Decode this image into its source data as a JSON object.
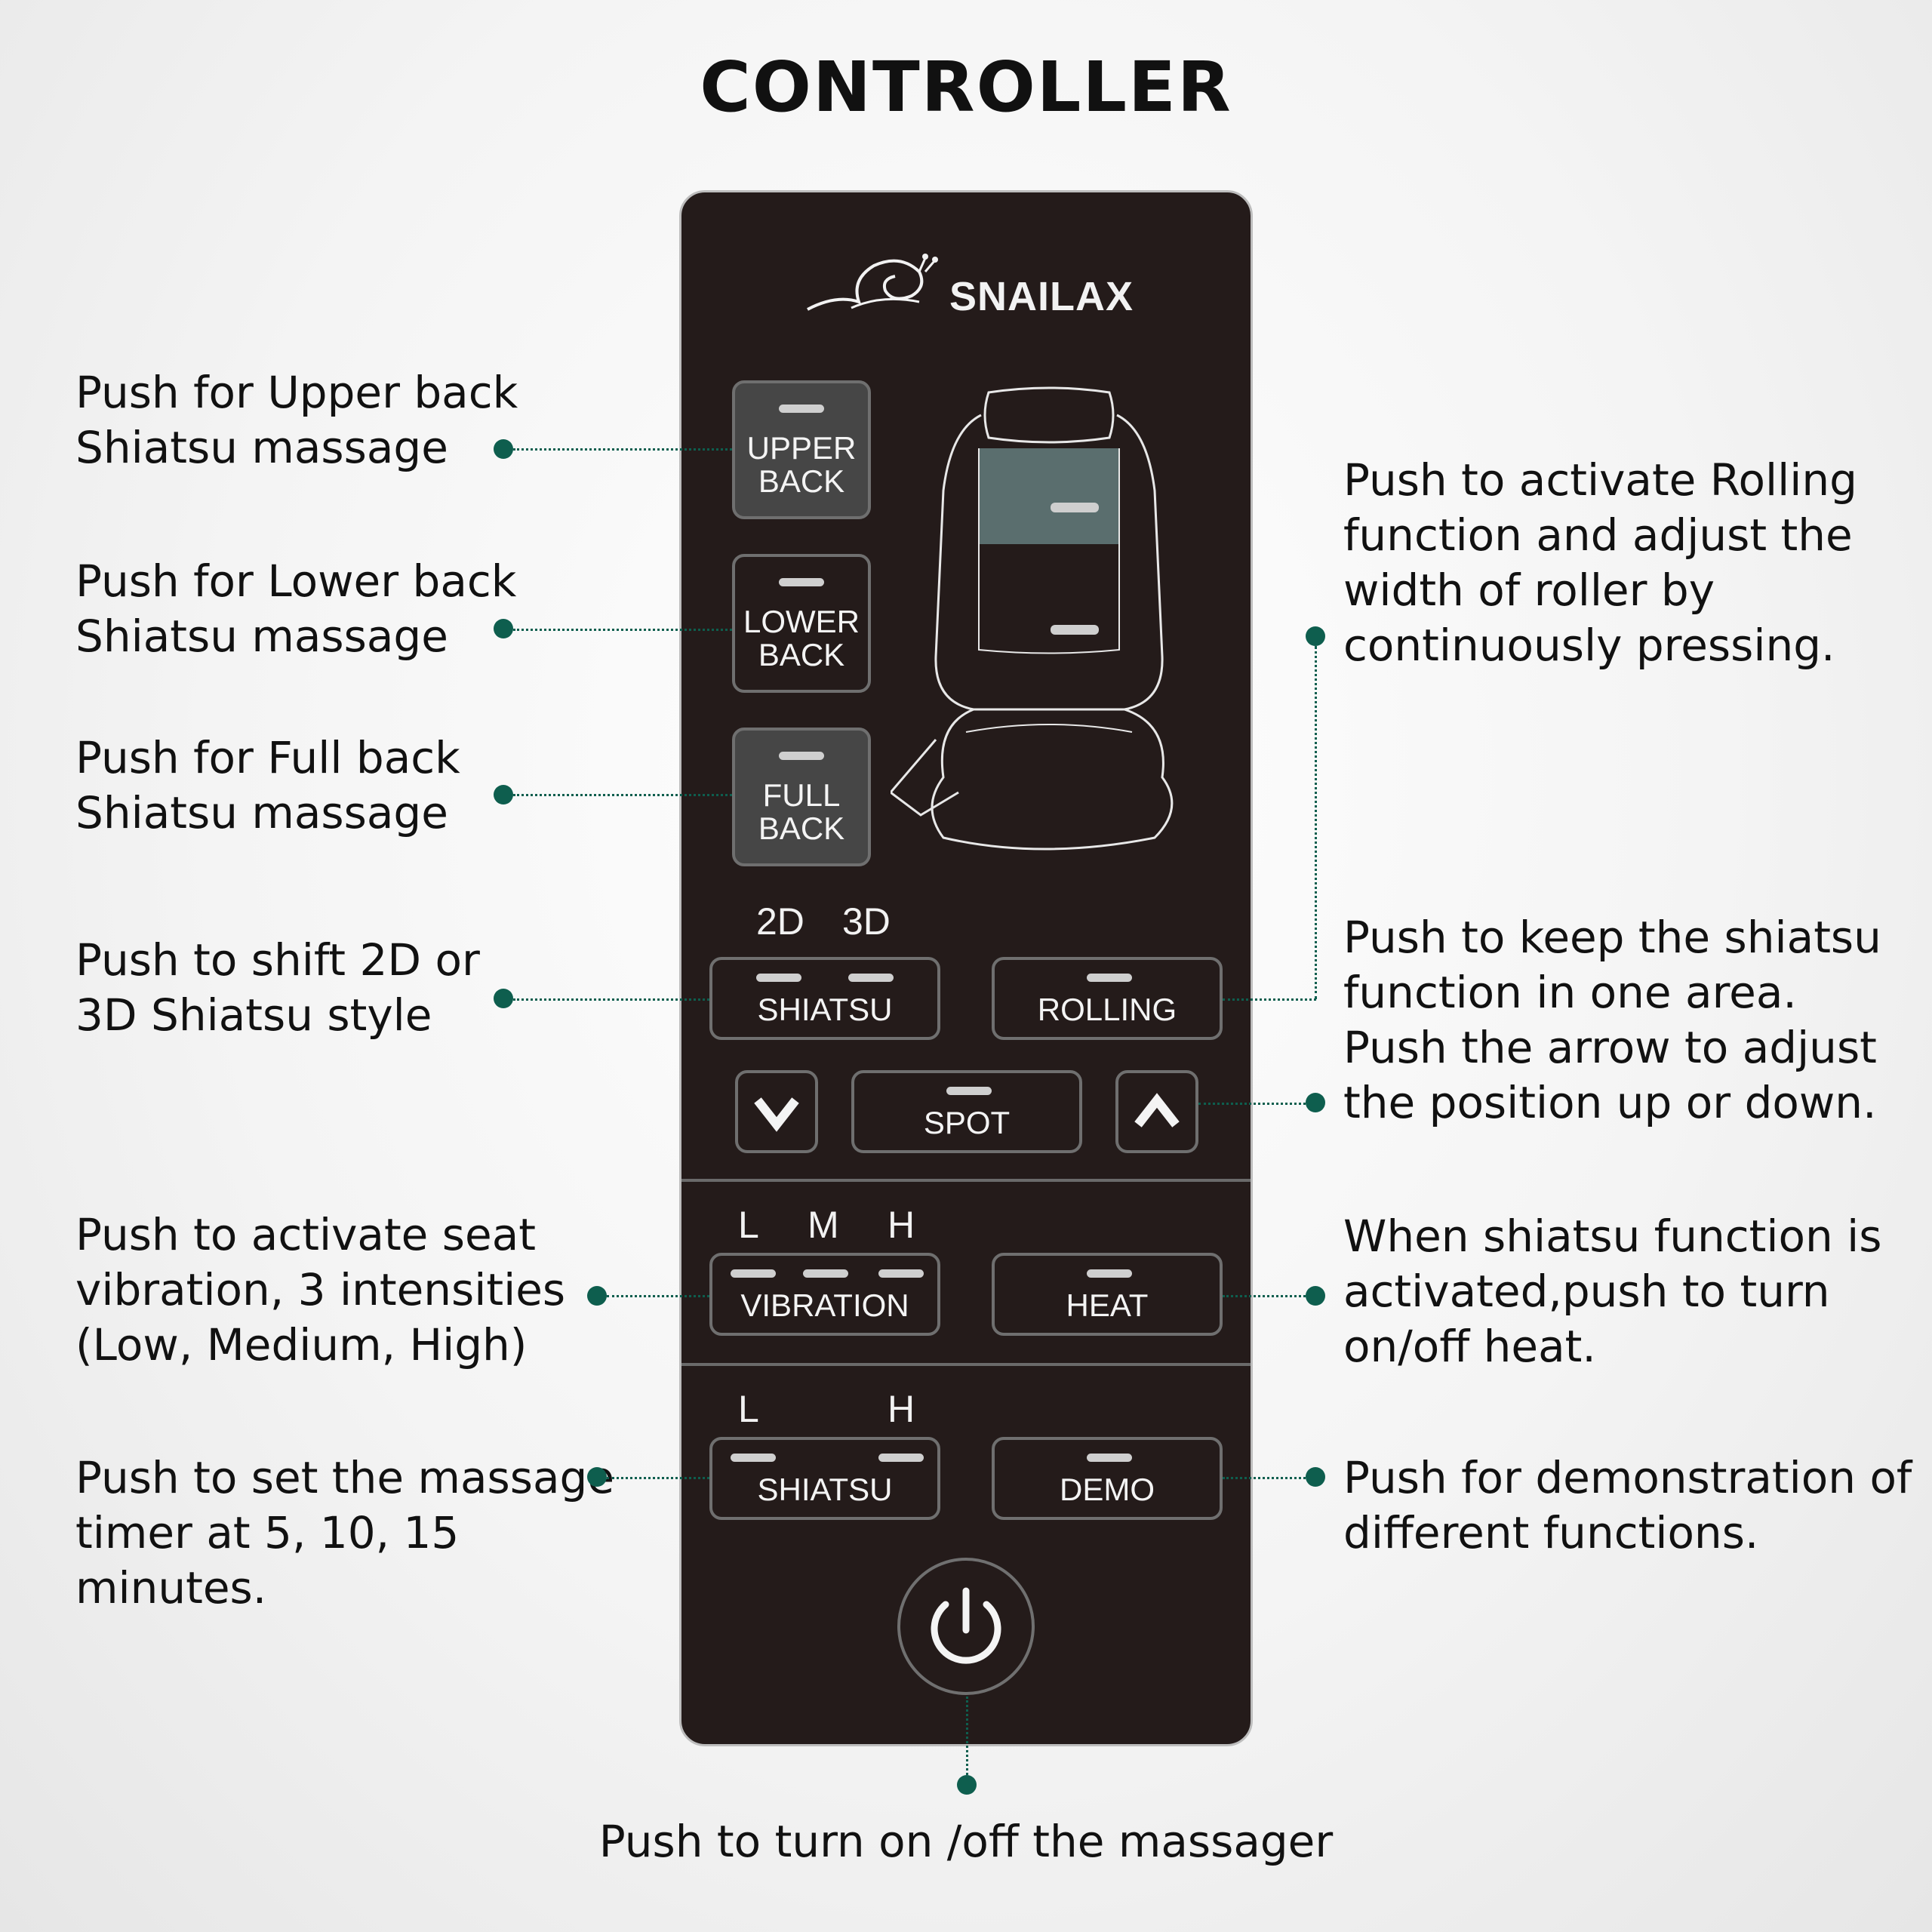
{
  "title": "CONTROLLER",
  "brand": "SNAILAX",
  "buttons": {
    "upper_back": "UPPER\nBACK",
    "lower_back": "LOWER\nBACK",
    "full_back": "FULL\nBACK",
    "shiatsu": "SHIATSU",
    "rolling": "ROLLING",
    "spot": "SPOT",
    "vibration": "VIBRATION",
    "heat": "HEAT",
    "timer_shiatsu": "SHIATSU",
    "demo": "DEMO"
  },
  "labels": {
    "d2": "2D",
    "d3": "3D",
    "vib_l": "L",
    "vib_m": "M",
    "vib_h": "H",
    "timer_l": "L",
    "timer_h": "H"
  },
  "notes": {
    "upper": "Push for Upper back\nShiatsu massage",
    "lower": "Push for Lower back\nShiatsu massage",
    "full": "Push for Full back\nShiatsu massage",
    "shift": "Push to shift 2D or\n3D Shiatsu style",
    "vibration": "Push to activate seat\nvibration, 3 intensities\n(Low, Medium, High)",
    "timer": "Push to set the massage\ntimer at 5, 10, 15\nminutes.",
    "rolling": "Push to activate Rolling\nfunction and adjust the\nwidth of roller by\ncontinuously pressing.",
    "spot": "Push to keep the shiatsu\nfunction in one area.\nPush the arrow to adjust\nthe position up or down.",
    "heat": "When shiatsu function is\nactivated,push to turn\non/off heat.",
    "demo": "Push for demonstration of\ndifferent functions.",
    "power": "Push to turn on /off the massager"
  },
  "colors": {
    "remote_body": "#241b1a",
    "accent_dot": "#0e5e4e",
    "seat_highlight": "#5a6e6e"
  },
  "icons": [
    "snail-logo-icon",
    "seat-cushion-icon",
    "chevron-down-icon",
    "chevron-up-icon",
    "power-icon"
  ]
}
